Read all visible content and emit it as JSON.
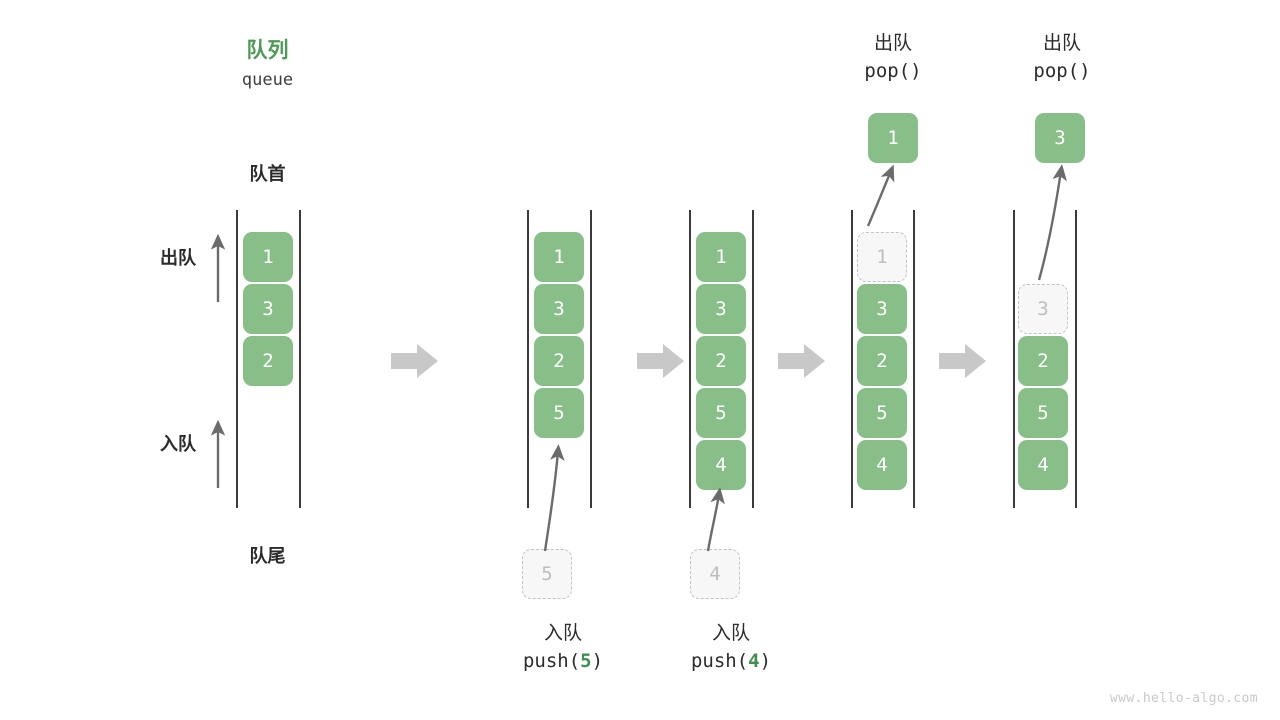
{
  "figure": {
    "title_cn": "队列",
    "title_en": "queue",
    "head_label": "队首",
    "tail_label": "队尾",
    "dequeue_label": "出队",
    "enqueue_label": "入队",
    "watermark": "www.hello-algo.com"
  },
  "colors": {
    "accent_green": "#4e9a57",
    "cell_green": "#88bf88",
    "cell_text": "#ffffff",
    "ghost_fill": "#f7f7f7",
    "ghost_border": "#c4c4c4",
    "ghost_text": "#bdbdbd",
    "rail": "#3b3b3b",
    "step_arrow": "#c8c8c8",
    "motion_arrow": "#6b6b6b",
    "text": "#2b2b2b",
    "watermark": "#c9c9c9"
  },
  "chart_data": {
    "type": "diagram",
    "title": "队列 queue",
    "description": "Queue operations: push(5), push(4), pop(), pop()",
    "steps": [
      {
        "id": "initial",
        "label_cn": "队列",
        "label_code": "queue",
        "cells": [
          {
            "value": "1",
            "state": "filled"
          },
          {
            "value": "3",
            "state": "filled"
          },
          {
            "value": "2",
            "state": "filled"
          },
          {
            "value": "",
            "state": "empty"
          },
          {
            "value": "",
            "state": "empty"
          }
        ]
      },
      {
        "id": "push-5",
        "label_cn": "入队",
        "label_code_prefix": "push(",
        "label_code_arg": "5",
        "label_code_suffix": ")",
        "incoming_value": "5",
        "cells": [
          {
            "value": "1",
            "state": "filled"
          },
          {
            "value": "3",
            "state": "filled"
          },
          {
            "value": "2",
            "state": "filled"
          },
          {
            "value": "5",
            "state": "filled"
          },
          {
            "value": "",
            "state": "empty"
          }
        ]
      },
      {
        "id": "push-4",
        "label_cn": "入队",
        "label_code_prefix": "push(",
        "label_code_arg": "4",
        "label_code_suffix": ")",
        "incoming_value": "4",
        "cells": [
          {
            "value": "1",
            "state": "filled"
          },
          {
            "value": "3",
            "state": "filled"
          },
          {
            "value": "2",
            "state": "filled"
          },
          {
            "value": "5",
            "state": "filled"
          },
          {
            "value": "4",
            "state": "filled"
          }
        ]
      },
      {
        "id": "pop-1",
        "label_cn": "出队",
        "label_code": "pop()",
        "popped_value": "1",
        "cells": [
          {
            "value": "1",
            "state": "ghost"
          },
          {
            "value": "3",
            "state": "filled"
          },
          {
            "value": "2",
            "state": "filled"
          },
          {
            "value": "5",
            "state": "filled"
          },
          {
            "value": "4",
            "state": "filled"
          }
        ]
      },
      {
        "id": "pop-3",
        "label_cn": "出队",
        "label_code": "pop()",
        "popped_value": "3",
        "cells": [
          {
            "value": "",
            "state": "empty"
          },
          {
            "value": "3",
            "state": "ghost"
          },
          {
            "value": "2",
            "state": "filled"
          },
          {
            "value": "5",
            "state": "filled"
          },
          {
            "value": "4",
            "state": "filled"
          }
        ]
      }
    ]
  }
}
